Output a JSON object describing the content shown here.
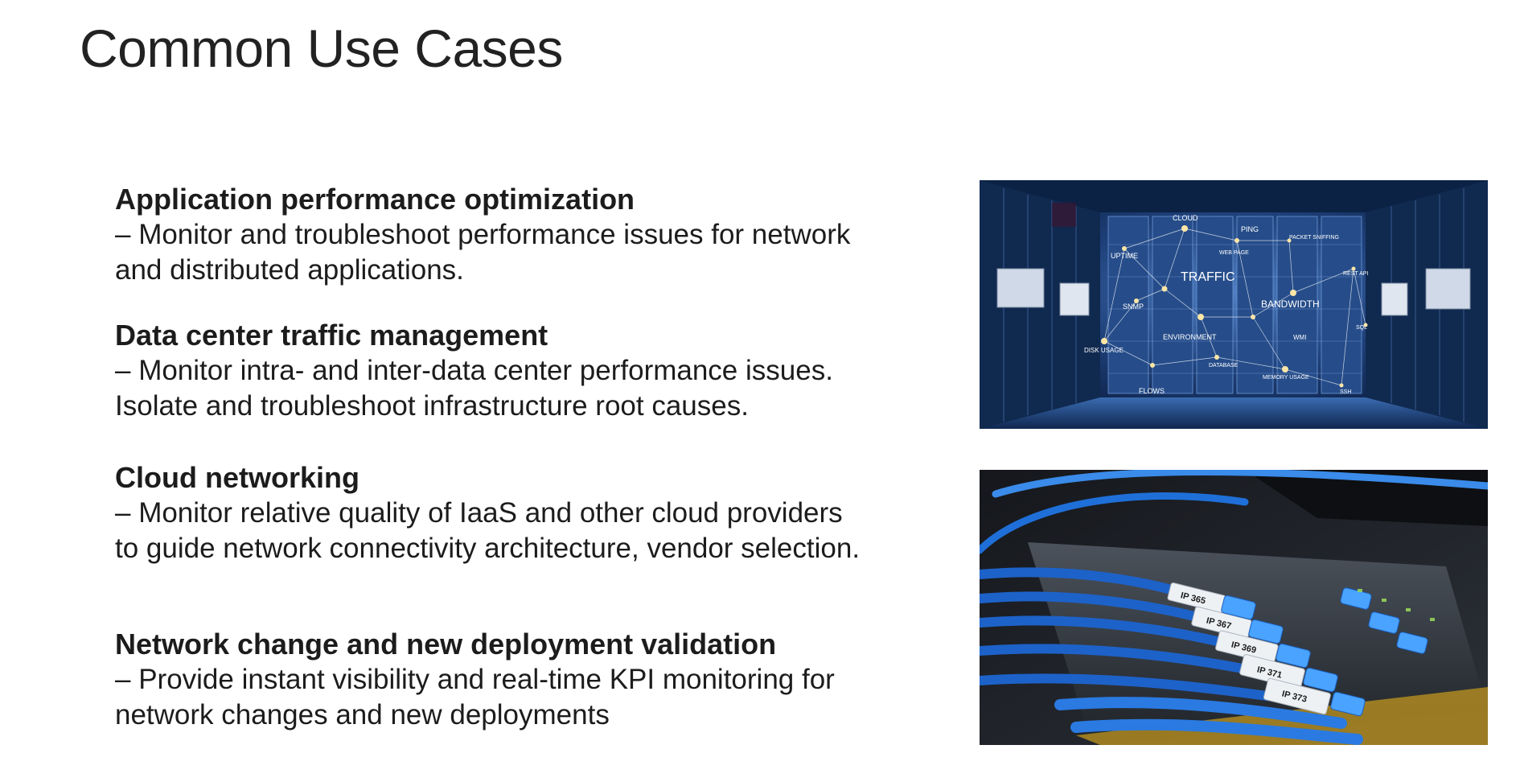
{
  "slide": {
    "title": "Common Use Cases"
  },
  "use_cases": [
    {
      "heading": "Application performance optimization",
      "line1": "– Monitor and troubleshoot performance issues for network",
      "line2": "and distributed applications."
    },
    {
      "heading": "Data center traffic management",
      "line1": "– Monitor intra- and inter-data center performance issues.",
      "line2": "Isolate and troubleshoot infrastructure root causes."
    },
    {
      "heading": "Cloud networking",
      "line1": "– Monitor relative quality of IaaS and other cloud providers",
      "line2": "to guide network connectivity architecture, vendor selection."
    },
    {
      "heading": "Network change and new deployment validation",
      "line1": "– Provide instant visibility and real-time KPI monitoring for",
      "line2": "network changes and new deployments"
    }
  ],
  "images": {
    "datacenter": {
      "labels": {
        "cloud": "CLOUD",
        "ping": "PING",
        "uptime": "UPTIME",
        "webpage": "WEB PAGE",
        "packet": "PACKET SNIFFING",
        "rest": "REST API",
        "traffic": "TRAFFIC",
        "snmp": "SNMP",
        "bandwidth": "BANDWIDTH",
        "sql": "SQL",
        "environment": "ENVIRONMENT",
        "wmi": "WMI",
        "disk": "DISK USAGE",
        "database": "DATABASE",
        "memory": "MEMORY USAGE",
        "flows": "FLOWS",
        "ssh": "SSH"
      }
    },
    "cables": {
      "tags": [
        "IP 365",
        "IP 367",
        "IP 369",
        "IP 371",
        "IP 373"
      ]
    }
  }
}
